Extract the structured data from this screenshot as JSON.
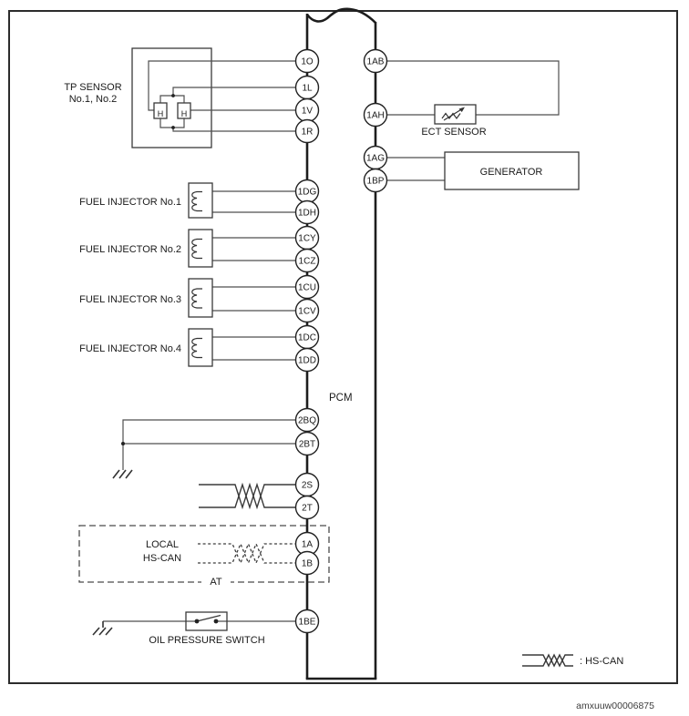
{
  "colors": {
    "ink": "#1a1a1a",
    "wire": "#4f4f4f",
    "background": "#ffffff"
  },
  "pcm": {
    "label": "PCM"
  },
  "pins": {
    "p1O": {
      "label": "1O"
    },
    "p1L": {
      "label": "1L"
    },
    "p1V": {
      "label": "1V"
    },
    "p1R": {
      "label": "1R"
    },
    "p1DG": {
      "label": "1DG"
    },
    "p1DH": {
      "label": "1DH"
    },
    "p1CY": {
      "label": "1CY"
    },
    "p1CZ": {
      "label": "1CZ"
    },
    "p1CU": {
      "label": "1CU"
    },
    "p1CV": {
      "label": "1CV"
    },
    "p1DC": {
      "label": "1DC"
    },
    "p1DD": {
      "label": "1DD"
    },
    "p2BQ": {
      "label": "2BQ"
    },
    "p2BT": {
      "label": "2BT"
    },
    "p2S": {
      "label": "2S"
    },
    "p2T": {
      "label": "2T"
    },
    "p1A": {
      "label": "1A"
    },
    "p1B": {
      "label": "1B"
    },
    "p1BE": {
      "label": "1BE"
    },
    "p1AB": {
      "label": "1AB"
    },
    "p1AH": {
      "label": "1AH"
    },
    "p1AG": {
      "label": "1AG"
    },
    "p1BP": {
      "label": "1BP"
    }
  },
  "components": {
    "tp_sensor": {
      "name_line1": "TP SENSOR",
      "name_line2": "No.1, No.2",
      "hall": "H"
    },
    "injector1": {
      "label": "FUEL INJECTOR No.1"
    },
    "injector2": {
      "label": "FUEL INJECTOR No.2"
    },
    "injector3": {
      "label": "FUEL INJECTOR No.3"
    },
    "injector4": {
      "label": "FUEL INJECTOR No.4"
    },
    "ect_sensor": {
      "label": "ECT SENSOR"
    },
    "generator": {
      "label": "GENERATOR"
    },
    "local_hs_can": {
      "line1": "LOCAL",
      "line2": "HS-CAN",
      "tag": "AT"
    },
    "oil_pressure_switch": {
      "label": "OIL PRESSURE SWITCH"
    }
  },
  "legend": {
    "label": ": HS-CAN"
  },
  "watermark": "amxuuw00006875"
}
